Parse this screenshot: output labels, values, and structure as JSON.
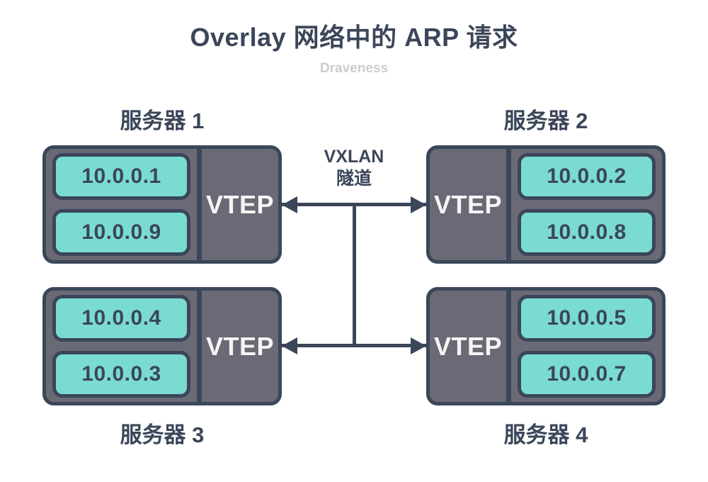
{
  "title": "Overlay 网络中的 ARP 请求",
  "watermark": "Draveness",
  "tunnel_label": {
    "line1": "VXLAN",
    "line2": "隧道"
  },
  "vtep_label": "VTEP",
  "servers": [
    {
      "name": "服务器 1",
      "vtep_side": "right",
      "ips": [
        "10.0.0.1",
        "10.0.0.9"
      ]
    },
    {
      "name": "服务器 2",
      "vtep_side": "left",
      "ips": [
        "10.0.0.2",
        "10.0.0.8"
      ]
    },
    {
      "name": "服务器 3",
      "vtep_side": "right",
      "ips": [
        "10.0.0.4",
        "10.0.0.3"
      ]
    },
    {
      "name": "服务器 4",
      "vtep_side": "left",
      "ips": [
        "10.0.0.5",
        "10.0.0.7"
      ]
    }
  ],
  "colors": {
    "navy": "#3b4659",
    "box_gray": "#6a6a76",
    "ip_teal": "#7adbd1",
    "vtep_text": "#f5f5f5",
    "watermark_gray": "#cccccc",
    "background": "#ffffff"
  }
}
